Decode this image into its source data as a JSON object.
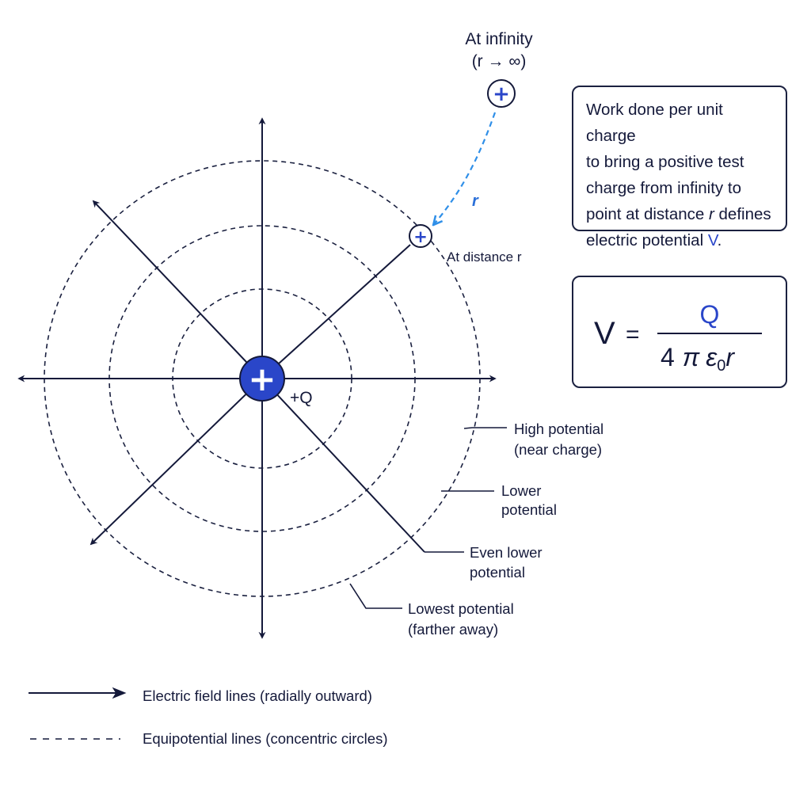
{
  "infinity": {
    "label_line1": "At infinity",
    "label_line2": "(r → ∞)",
    "test_charge_symbol": "+"
  },
  "path": {
    "r_label": "r"
  },
  "distance": {
    "label": "At distance r",
    "test_charge_symbol": "+"
  },
  "source_charge": {
    "symbol": "+",
    "label": "+Q"
  },
  "info_box": {
    "line1": "Work done per unit charge",
    "line2": "to bring a positive test",
    "line3": "charge from infinity to",
    "line4_prefix": "point at distance ",
    "line4_var": "r",
    "line4_suffix": " defines",
    "line5_prefix": "electric potential ",
    "line5_var": "V",
    "line5_suffix": "."
  },
  "formula": {
    "lhs": "V",
    "equals": "=",
    "numerator": "Q",
    "denom_four": "4",
    "denom_pi": "π",
    "denom_eps": "ε",
    "denom_sub": "0",
    "denom_r": "r"
  },
  "potential_labels": [
    {
      "line1": "High potential",
      "line2": "(near charge)"
    },
    {
      "line1": "Lower",
      "line2": "potential"
    },
    {
      "line1": "Even lower",
      "line2": "potential"
    },
    {
      "line1": "Lowest potential",
      "line2": "(farther away)"
    }
  ],
  "legend": {
    "field_lines": "Electric field lines (radially outward)",
    "equipotential_lines": "Equipotential lines (concentric circles)"
  },
  "colors": {
    "ink": "#14193a",
    "charge_fill": "#2a46c9",
    "path_blue": "#2f8fe8",
    "test_charge_plus": "#2a46c9"
  }
}
